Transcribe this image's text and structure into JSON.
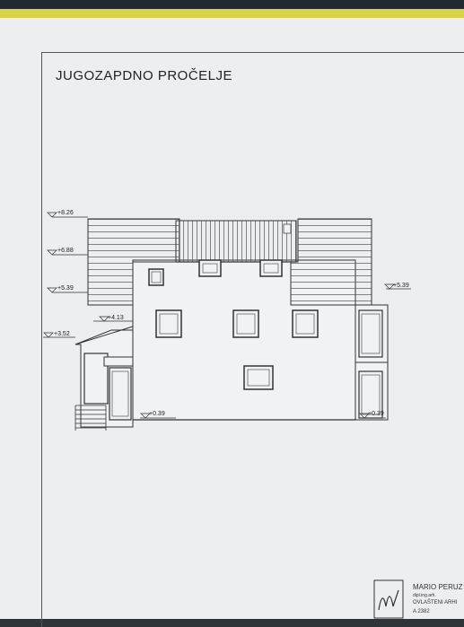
{
  "title": "JUGOZAPDNO PROČELJE",
  "levels": {
    "l826": "+8.26",
    "l688": "+6.88",
    "l539_left": "+5.39",
    "l539_right": "+5.39",
    "l413": "+4.13",
    "l352": "+3.52",
    "l039_left": "+0.39",
    "l039_right": "+0.39"
  },
  "stamp": {
    "name": "MARIO PERUZ",
    "line2": "dipl.ing.arh.",
    "line3": "OVLAŠTENI ARHI",
    "number": "A 2382"
  }
}
